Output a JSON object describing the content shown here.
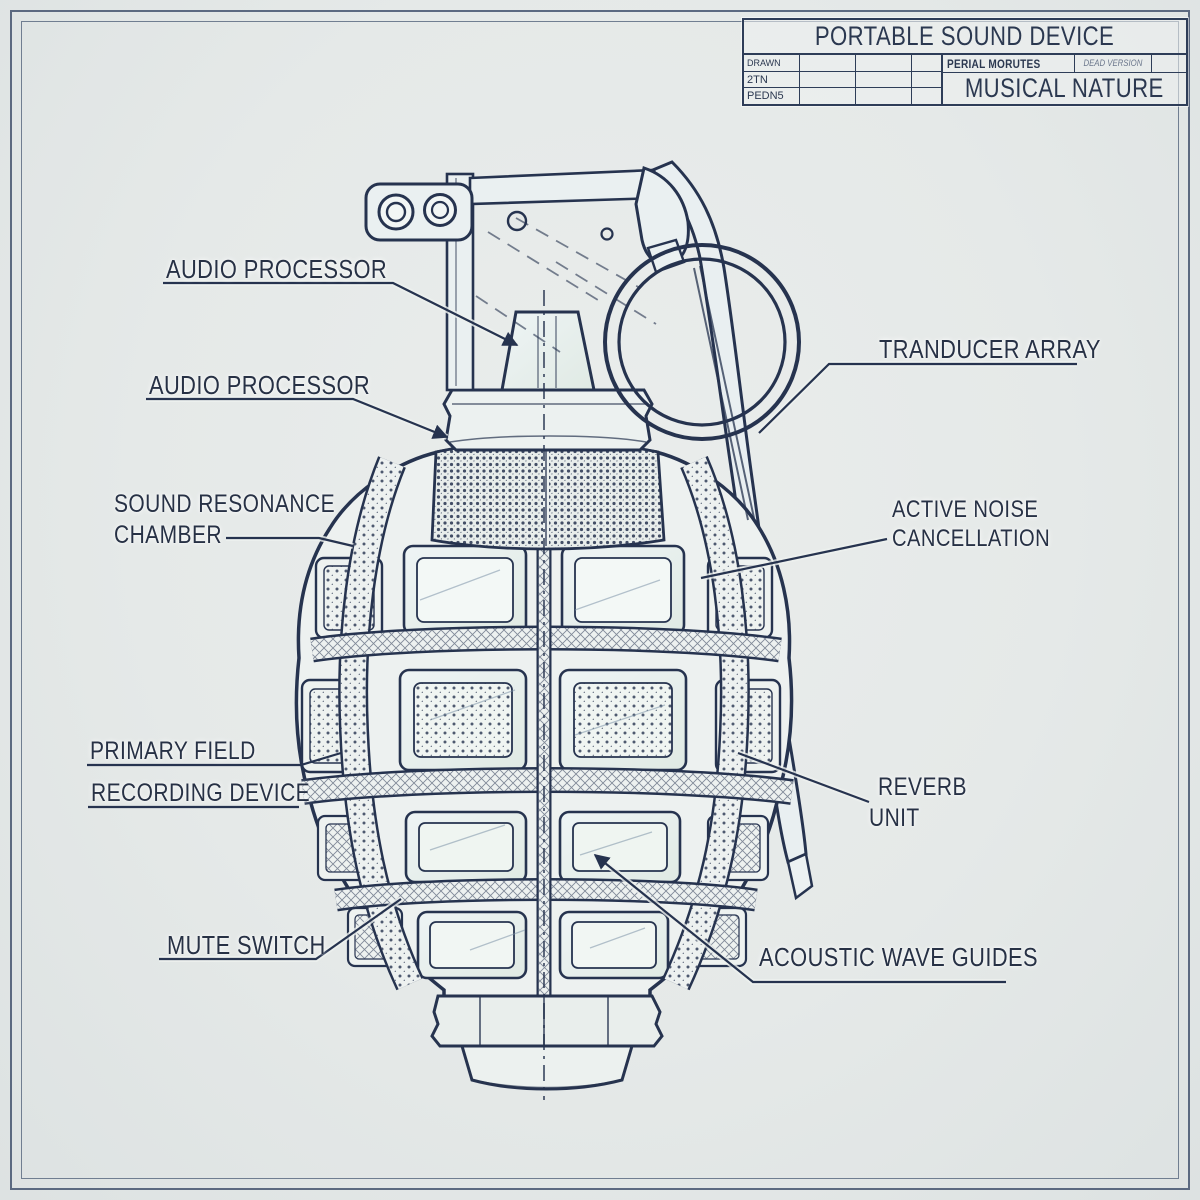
{
  "colors": {
    "paper": "#e6e9e8",
    "ink": "#26334f",
    "accent_light": "#dfe9ee"
  },
  "title_block": {
    "title": "PORTABLE SOUND DEVICE",
    "drawn_label": "DRAWN",
    "drawn_value": "2TN",
    "checked_value": "PEDN5",
    "author": "PERIAL MORUTES",
    "version": "DEAD VERSION",
    "subtitle": "MUSICAL NATURE"
  },
  "callouts": {
    "audio_processor_top": "AUDIO PROCESSOR",
    "audio_processor_lower": "AUDIO PROCESSOR",
    "sound_resonance_chamber": {
      "line1": "SOUND RESONANCE",
      "line2": "CHAMBER"
    },
    "primary_field_recording_device": {
      "line1": "PRIMARY FIELD",
      "line2": "RECORDING DEVICE"
    },
    "mute_switch": "MUTE SWITCH",
    "tranducer_array": "TRANDUCER ARRAY",
    "active_noise_cancellation": {
      "line1": "ACTIVE NOISE",
      "line2": "CANCELLATION"
    },
    "reverb_unit": {
      "line1": "REVERB",
      "line2": "UNIT"
    },
    "acoustic_wave_guides": "ACOUSTIC WAVE GUIDES"
  }
}
